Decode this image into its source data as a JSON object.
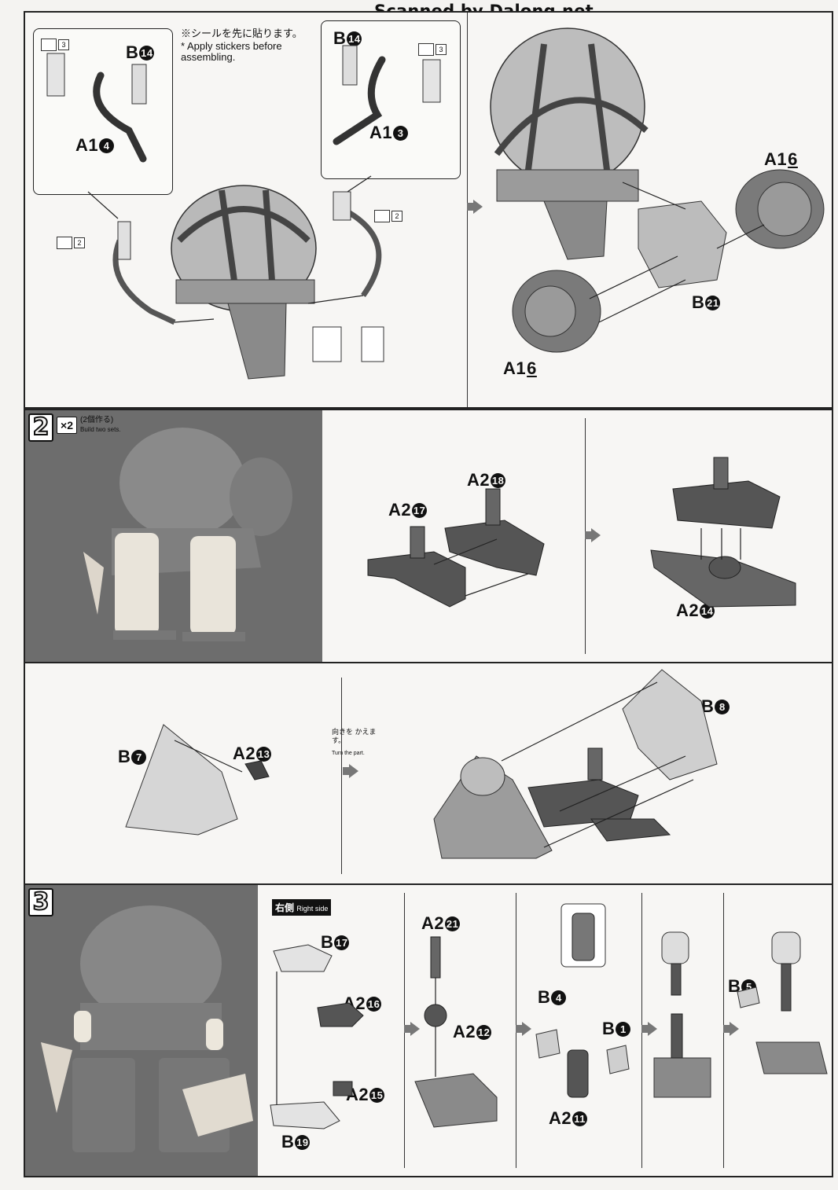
{
  "watermark": "Scanned by Dalong.net",
  "step1": {
    "sticker_note_jp": "※シールを先に貼ります。",
    "sticker_note_en": "* Apply stickers before assembling.",
    "sticker_numbers": [
      "3",
      "3",
      "2",
      "2"
    ],
    "labels": {
      "b14_left": "B",
      "b14_left_n": "14",
      "a14": "A1",
      "a14_n": "4",
      "b14_right": "B",
      "b14_right_n": "14",
      "a13": "A1",
      "a13_n": "3",
      "a16_top": "A1",
      "a16_top_n": "6",
      "b21": "B",
      "b21_n": "21",
      "a16_bottom": "A1",
      "a16_bottom_n": "6"
    }
  },
  "step2": {
    "number": "2",
    "multiplier": "×2",
    "build_jp": "(2個作る)",
    "build_en": "Build two sets.",
    "labels": {
      "a218": "A2",
      "a218_n": "18",
      "a217": "A2",
      "a217_n": "17",
      "a214": "A2",
      "a214_n": "14",
      "b7": "B",
      "b7_n": "7",
      "a213": "A2",
      "a213_n": "13",
      "b8": "B",
      "b8_n": "8"
    },
    "turn_jp": "向きを かえます。",
    "turn_en": "Turn the part."
  },
  "step3": {
    "number": "3",
    "side_jp": "右側",
    "side_en": "Right side",
    "labels": {
      "b17": "B",
      "b17_n": "17",
      "a216": "A2",
      "a216_n": "16",
      "a215": "A2",
      "a215_n": "15",
      "b19": "B",
      "b19_n": "19",
      "a221": "A2",
      "a221_n": "21",
      "a212": "A2",
      "a212_n": "12",
      "b4": "B",
      "b4_n": "4",
      "b1": "B",
      "b1_n": "1",
      "a211": "A2",
      "a211_n": "11",
      "b5": "B",
      "b5_n": "5"
    }
  }
}
